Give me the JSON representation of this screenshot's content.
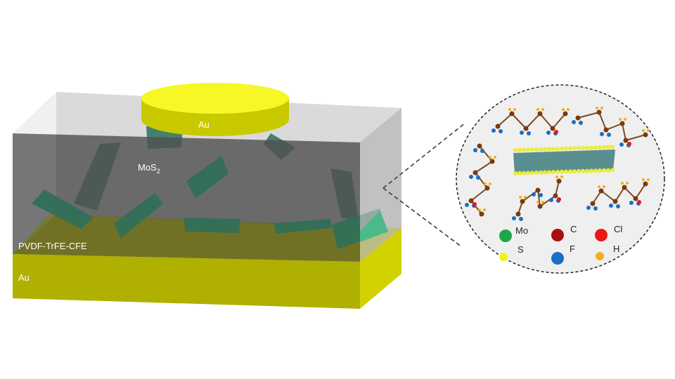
{
  "labels": {
    "top_electrode": "Au",
    "filler": "MoS",
    "filler_sub": "2",
    "matrix": "PVDF-TrFE-CFE",
    "bottom_electrode": "Au"
  },
  "legend": [
    {
      "symbol": "Mo",
      "color": "#1aa84a"
    },
    {
      "symbol": "C",
      "color": "#a81010"
    },
    {
      "symbol": "Cl",
      "color": "#ee1515"
    },
    {
      "symbol": "S",
      "color": "#f2f21a"
    },
    {
      "symbol": "F",
      "color": "#1a6ec4"
    },
    {
      "symbol": "H",
      "color": "#f0b020"
    }
  ],
  "colors": {
    "gold": "#c8c800",
    "gold_top": "#f5f520",
    "flake": "#2f6f5a",
    "polymer": "#5a5a5a"
  }
}
